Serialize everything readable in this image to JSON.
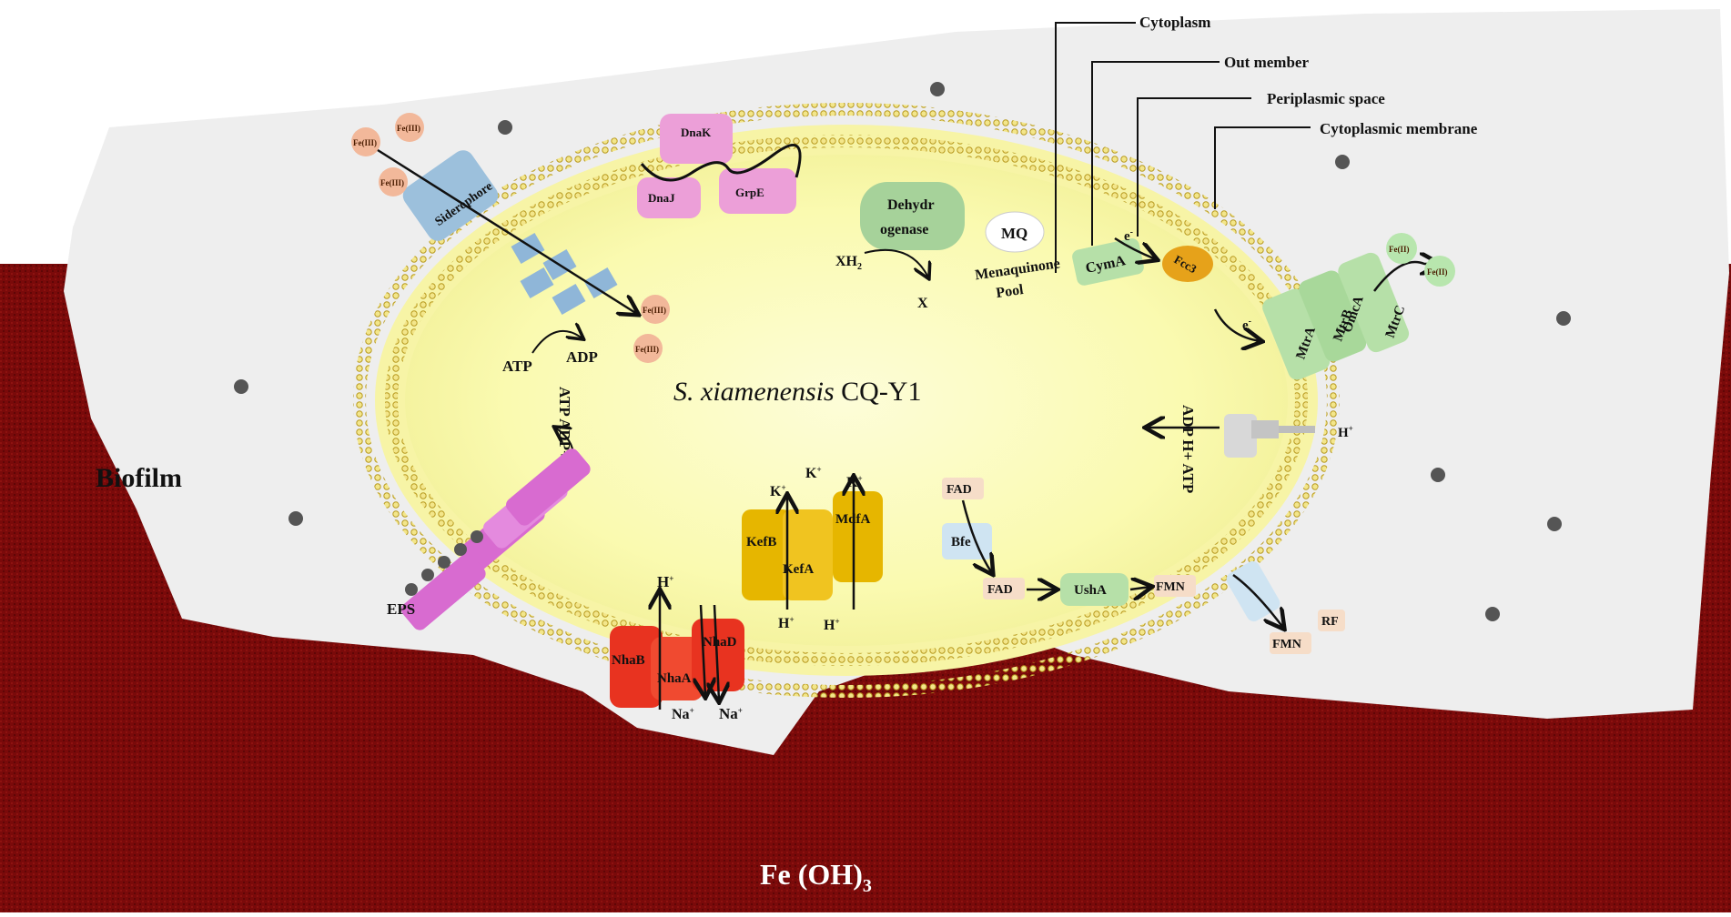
{
  "colors": {
    "iron_oxide": "#7a0a0a",
    "biofilm": "#eeeeee",
    "cytoplasm": "#fbfbb2",
    "membrane_lipid": "#d8c63c",
    "siderophore": "#9cc0dc",
    "dna_chaperone": "#ec9fd8",
    "kef_protein": "#e6b600",
    "nha_protein": "#e83320",
    "eps_protein": "#d86bd0",
    "mtr_protein": "#b6e0a8",
    "fe_iii": "#f2b89a",
    "fe_ii": "#b8e6ae",
    "fcc3": "#e6a21a",
    "flavin_box": "#f6ddc8",
    "nanoparticle": "#555555"
  },
  "labels": {
    "organism_italic": "S. xiamenensis",
    "organism_strain": " CQ-Y1",
    "biofilm": "Biofilm",
    "substrate_main": "Fe (OH)",
    "substrate_sub": "3",
    "eps": "EPS",
    "siderophore": "Siderophore",
    "fe_iii": "Fe(III)",
    "fe_ii": "Fe(II)",
    "dnak": "DnaK",
    "dnaj": "DnaJ",
    "grpe": "GrpE",
    "dehydrogenase_1": "Dehydr",
    "dehydrogenase_2": "ogenase",
    "mq": "MQ",
    "menaquinone_1": "Menaquinone",
    "menaquinone_2": "Pool",
    "cyma": "CymA",
    "fcc3": "Fcc3",
    "omca": "OmcA",
    "mtrb": "MtrB",
    "mtra": "MtrA",
    "mtrc": "MtrC",
    "xh": "XH",
    "xh_sub": "2",
    "x": "X",
    "atp": "ATP",
    "adp": "ADP",
    "atp_adp_pi": "ATP  ADP+Pi",
    "atp_synthase_text": "ADP  H+  ATP",
    "h_plus": "H",
    "h_sup": "+",
    "k_plus": "K",
    "na_plus": "Na",
    "e_minus": "e",
    "e_sup": "-",
    "kefb": "KefB",
    "kefa": "KefA",
    "mdfa": "MdfA",
    "nhab": "NhaB",
    "nhaa": "NhaA",
    "nhad": "NhaD",
    "fad": "FAD",
    "bfe": "Bfe",
    "usha": "UshA",
    "fmn": "FMN",
    "rf": "RF"
  },
  "callouts": [
    {
      "label": "Cytoplasm"
    },
    {
      "label": "Out member"
    },
    {
      "label": "Periplasmic space"
    },
    {
      "label": "Cytoplasmic membrane"
    }
  ]
}
